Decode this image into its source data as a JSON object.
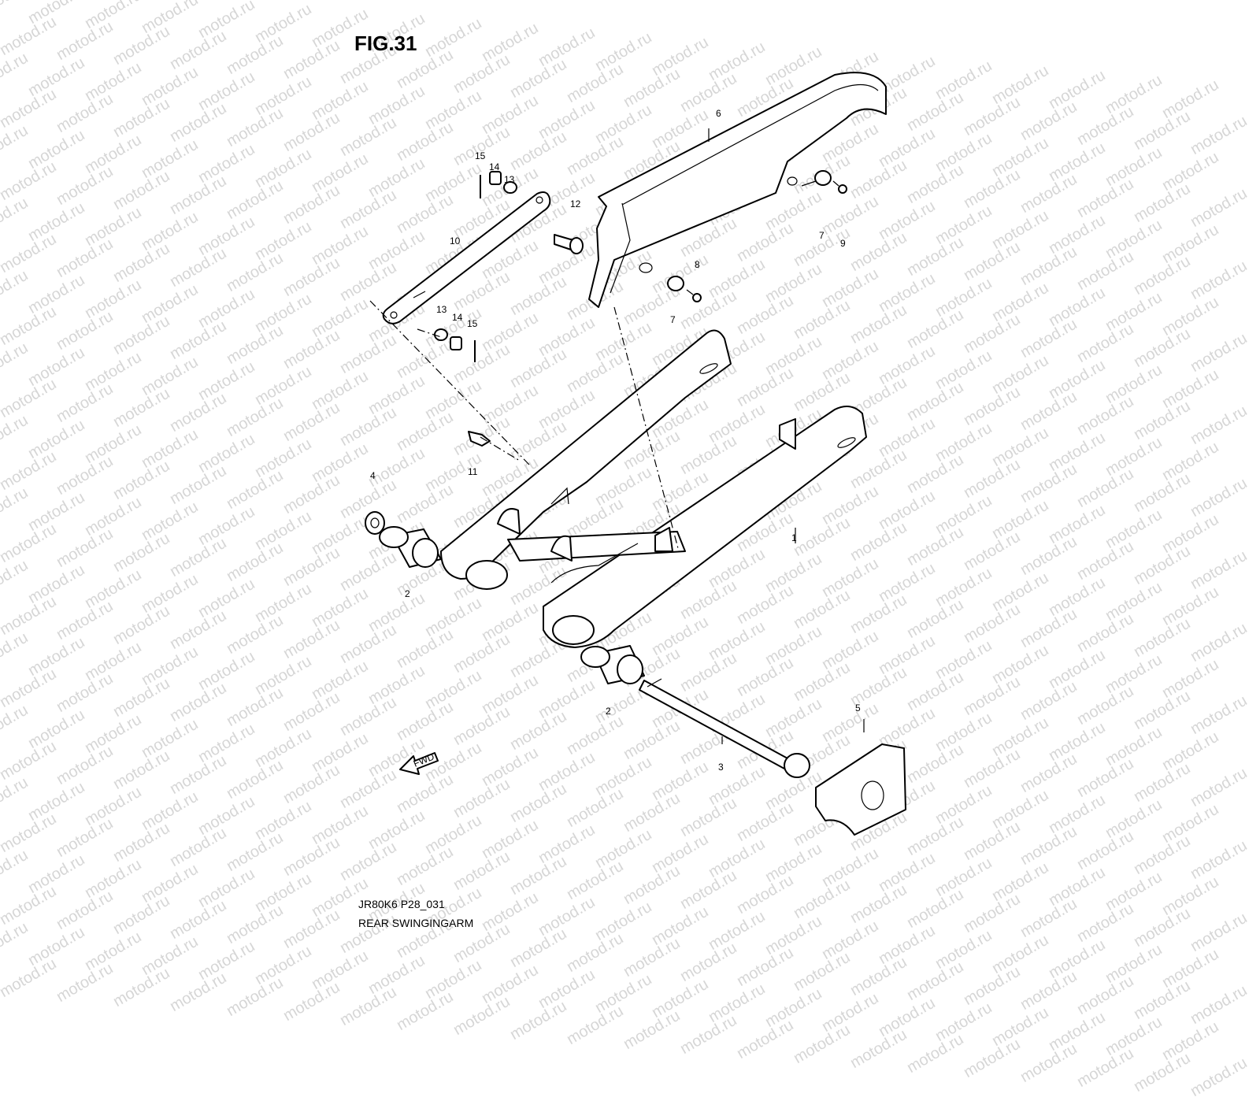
{
  "header": {
    "figure_title": "FIG.31"
  },
  "watermark": {
    "text": "motod.ru",
    "color": "#d6d6d6"
  },
  "footer": {
    "code": "JR80K6 P28_031",
    "caption": "REAR SWINGINGARM"
  },
  "fwd_arrow": {
    "text": "FWD"
  },
  "callouts": [
    {
      "id": "c1",
      "n": "1"
    },
    {
      "id": "c2a",
      "n": "2"
    },
    {
      "id": "c2b",
      "n": "2"
    },
    {
      "id": "c3",
      "n": "3"
    },
    {
      "id": "c4",
      "n": "4"
    },
    {
      "id": "c5",
      "n": "5"
    },
    {
      "id": "c6",
      "n": "6"
    },
    {
      "id": "c7a",
      "n": "7"
    },
    {
      "id": "c7b",
      "n": "7"
    },
    {
      "id": "c8",
      "n": "8"
    },
    {
      "id": "c9",
      "n": "9"
    },
    {
      "id": "c10",
      "n": "10"
    },
    {
      "id": "c11",
      "n": "11"
    },
    {
      "id": "c12",
      "n": "12"
    },
    {
      "id": "c13a",
      "n": "13"
    },
    {
      "id": "c13b",
      "n": "13"
    },
    {
      "id": "c14a",
      "n": "14"
    },
    {
      "id": "c14b",
      "n": "14"
    },
    {
      "id": "c15a",
      "n": "15"
    },
    {
      "id": "c15b",
      "n": "15"
    }
  ]
}
